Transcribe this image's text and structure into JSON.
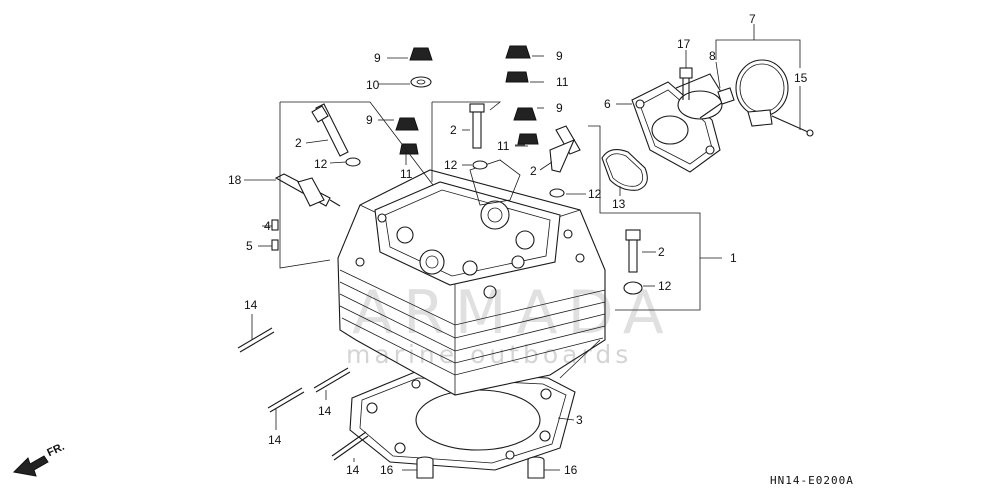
{
  "diagram": {
    "callouts": {
      "c1": "1",
      "c2a": "2",
      "c2b": "2",
      "c2c": "2",
      "c2d": "2",
      "c3": "3",
      "c4": "4",
      "c5": "5",
      "c6": "6",
      "c7": "7",
      "c8": "8",
      "c9a": "9",
      "c9b": "9",
      "c9c": "9",
      "c9d": "9",
      "c10": "10",
      "c11a": "11",
      "c11b": "11",
      "c11c": "11",
      "c12a": "12",
      "c12b": "12",
      "c12c": "12",
      "c12d": "12",
      "c13": "13",
      "c14a": "14",
      "c14b": "14",
      "c14c": "14",
      "c14d": "14",
      "c15": "15",
      "c16a": "16",
      "c16b": "16",
      "c17": "17",
      "c18": "18"
    },
    "direction_label": "FR.",
    "diagram_code": "HN14-E0200A"
  },
  "watermark": {
    "brand": "ARMADA",
    "tagline": "marine outboards",
    "accent_color": "#d65a9a"
  }
}
